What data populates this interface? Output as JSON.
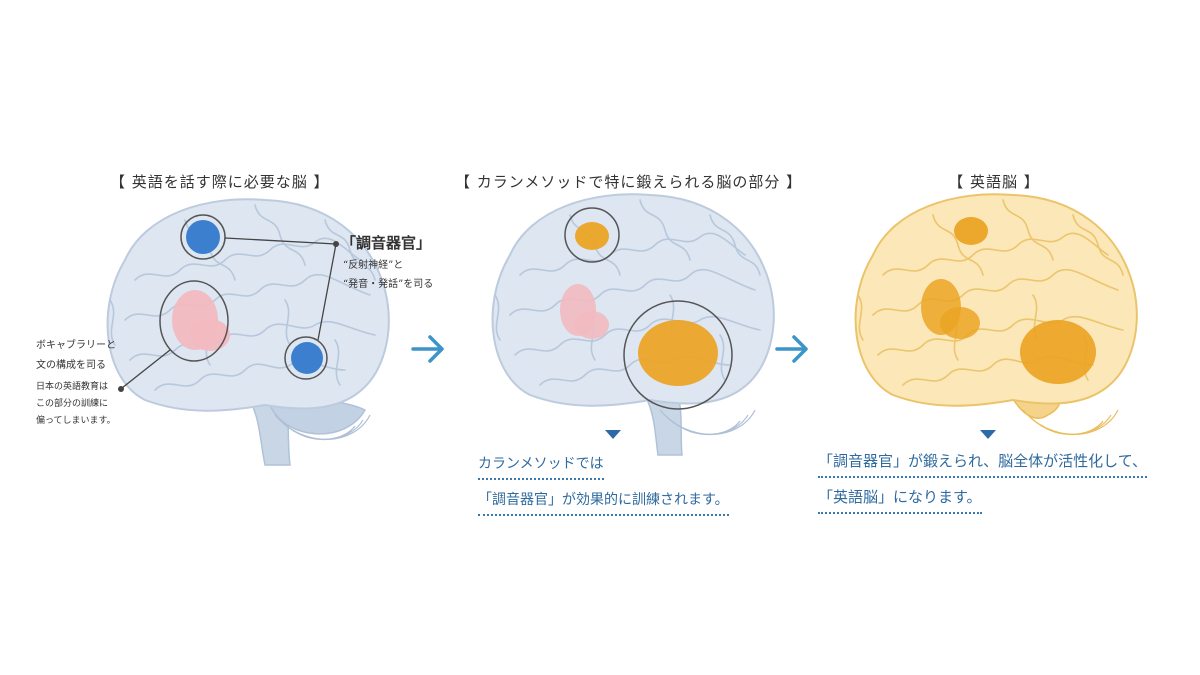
{
  "panels": [
    {
      "title": "【 英語を話す際に必要な脳 】"
    },
    {
      "title": "【 カランメソッドで特に鍛えられる脳の部分 】"
    },
    {
      "title": "【 英語脳 】"
    }
  ],
  "annotations": {
    "organ_title": "「調音器官」",
    "organ_line1": "“反射神経”と",
    "organ_line2": "“発音・発話”を司る",
    "vocab_line1": "ボキャブラリーと",
    "vocab_line2": "文の構成を司る",
    "edu_line1": "日本の英語教育は",
    "edu_line2": "この部分の訓練に",
    "edu_line3": "偏ってしまいます。"
  },
  "captions": {
    "panel2_line1": "カランメソッドでは",
    "panel2_line2": "「調音器官」が効果的に訓練されます。",
    "panel3_line1": "「調音器官」が鍛えられ、脳全体が活性化して、",
    "panel3_line2": "「英語脳」になります。"
  },
  "colors": {
    "brain_fill": "#dde6f1",
    "brain_stroke": "#bccbdd",
    "highlight_blue": "#3d7fcf",
    "highlight_pink": "#f2b9c0",
    "highlight_orange": "#eba424",
    "english_brain_fill": "#fbe7b8",
    "arrow": "#3d94c8",
    "caption_text": "#2f6a9f"
  },
  "icons": [
    "right-arrow-icon",
    "down-triangle-icon"
  ]
}
